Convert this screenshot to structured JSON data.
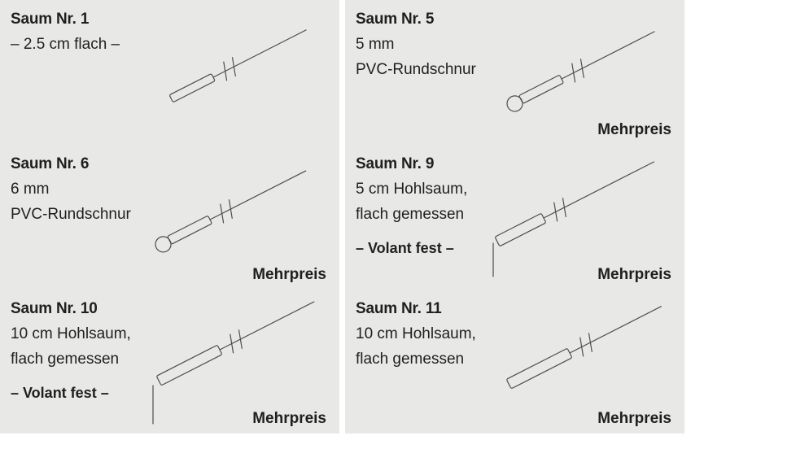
{
  "page": {
    "background": "#ffffff",
    "panel_background": "#e8e8e7",
    "line_color": "#4d4d4d",
    "text_color": "#1f1f1f"
  },
  "panels": [
    {
      "title": "Saum Nr. 1",
      "desc1": "– 2.5 cm flach –",
      "desc2": "",
      "note": "",
      "price_label": "",
      "diagram": "flat-hem-diagram"
    },
    {
      "title": "Saum Nr. 5",
      "desc1": "5 mm",
      "desc2": "PVC-Rundschnur",
      "note": "",
      "price_label": "Mehrpreis",
      "diagram": "pvc-cord-hem-diagram"
    },
    {
      "title": "Saum Nr. 6",
      "desc1": "6 mm",
      "desc2": "PVC-Rundschnur",
      "note": "",
      "price_label": "Mehrpreis",
      "diagram": "pvc-cord-hem-diagram"
    },
    {
      "title": "Saum Nr. 9",
      "desc1": "5 cm Hohlsaum,",
      "desc2": "flach gemessen",
      "note": "– Volant fest –",
      "price_label": "Mehrpreis",
      "diagram": "hollow-hem-volant-diagram"
    },
    {
      "title": "Saum Nr. 10",
      "desc1": "10 cm Hohlsaum,",
      "desc2": "flach gemessen",
      "note": "– Volant fest –",
      "price_label": "Mehrpreis",
      "diagram": "hollow-hem-volant-diagram"
    },
    {
      "title": "Saum Nr. 11",
      "desc1": "10 cm Hohlsaum,",
      "desc2": "flach gemessen",
      "note": "",
      "price_label": "Mehrpreis",
      "diagram": "hollow-hem-diagram"
    }
  ]
}
